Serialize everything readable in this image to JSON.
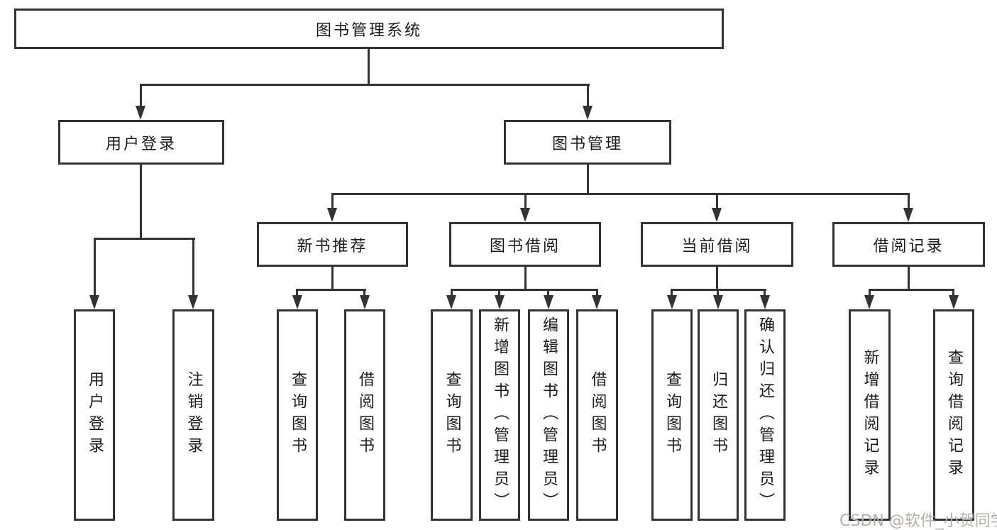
{
  "diagram": {
    "root": "图书管理系统",
    "nodes": {
      "user_login": {
        "label": "用户登录",
        "children": [
          "用户登录",
          "注销登录"
        ]
      },
      "book_mgmt": {
        "label": "图书管理"
      },
      "new_book_rec": {
        "label": "新书推荐",
        "children": [
          "查询图书",
          "借阅图书"
        ]
      },
      "book_borrow": {
        "label": "图书借阅",
        "children": [
          "查询图书",
          "新增图书（管理员）",
          "编辑图书（管理员）",
          "借阅图书"
        ]
      },
      "current_borrow": {
        "label": "当前借阅",
        "children": [
          "查询图书",
          "归还图书",
          "确认归还（管理员）"
        ]
      },
      "borrow_records": {
        "label": "借阅记录",
        "children": [
          "新增借阅记录",
          "查询借阅记录"
        ]
      }
    },
    "colors": {
      "line": "#333333",
      "text": "#1a1a1a",
      "background": "#ffffff",
      "watermark": "#b5acac"
    },
    "watermark": "CSDN @软件_小贺同学"
  }
}
